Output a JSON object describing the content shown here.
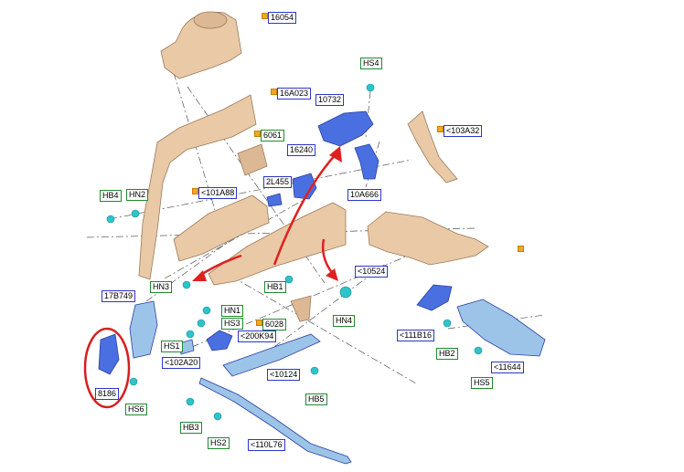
{
  "diagram": {
    "labels": {
      "l16054": "16054",
      "l16A023": "16A023",
      "l10732": "10732",
      "lHS4": "HS4",
      "l103A32": "<103A32",
      "l6061": "6061",
      "l16240": "16240",
      "l2L455": "2L455",
      "l101A88": "<101A88",
      "l10A666": "10A666",
      "lHB4": "HB4",
      "lHN2": "HN2",
      "l10524": "<10524",
      "lHN3": "HN3",
      "lHB1": "HB1",
      "l17B749": "17B749",
      "lHN1": "HN1",
      "lHS3": "HS3",
      "l6028": "6028",
      "lHN4": "HN4",
      "lHS1": "HS1",
      "l200K94": "<200K94",
      "l111B16": "<111B16",
      "l102A20": "<102A20",
      "lHB2": "HB2",
      "l10124": "<10124",
      "l11644": "<11644",
      "l8186": "8186",
      "lHB5": "HB5",
      "lHS5": "HS5",
      "lHS6": "HS6",
      "lHB3": "HB3",
      "lHS2": "HS2",
      "l110L76": "<110L76"
    },
    "colors": {
      "part_fill": "#e9c9a6",
      "part_stroke": "#9a7a5c",
      "blue_part": "#4a6fe0",
      "light_blue_part": "#9cc4e8",
      "fastener": "#2ec4c9",
      "arrow_red": "#e02020",
      "highlight_circle": "#d81e1e",
      "label_border_blue": "#2b36c9",
      "label_border_green": "#1f8a2e",
      "marker_orange": "#f5a623"
    }
  }
}
